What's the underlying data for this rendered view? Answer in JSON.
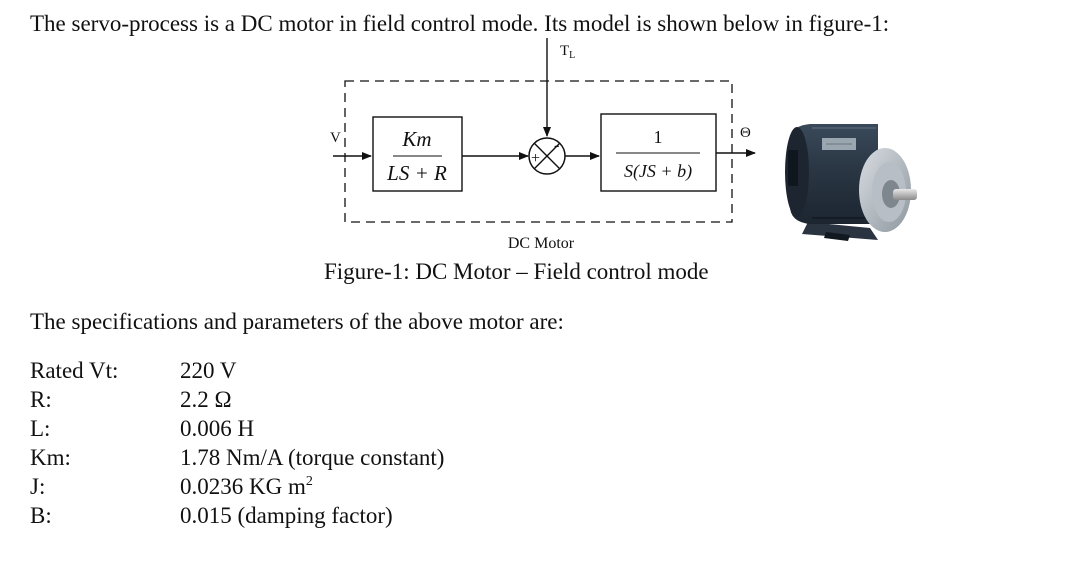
{
  "intro_text": "The servo-process is a DC motor in field control mode. Its model is shown below in figure-1:",
  "diagram": {
    "input_label": "V",
    "load_torque_label_main": "T",
    "load_torque_label_sub": "L",
    "block1": {
      "numerator": "Km",
      "denominator": "LS + R"
    },
    "summing_plus": "+",
    "summing_minus": "-",
    "block2": {
      "numerator": "1",
      "denominator": "S(JS + b)"
    },
    "output_label": "Θ",
    "enclosure_label": "DC Motor"
  },
  "figure_caption": "Figure-1: DC Motor – Field control mode",
  "spec_intro": "The specifications and parameters of the above motor are:",
  "specs": [
    {
      "label": "Rated Vt:",
      "value": "220 V"
    },
    {
      "label": "R:",
      "value": "2.2 Ω"
    },
    {
      "label": "L:",
      "value": "0.006 H"
    },
    {
      "label": "Km:",
      "value": "1.78 Nm/A (torque constant)"
    },
    {
      "label": "J:",
      "value": "0.0236 KG m",
      "superscript": "2"
    },
    {
      "label": "B:",
      "value": "0.015 (damping factor)"
    }
  ]
}
